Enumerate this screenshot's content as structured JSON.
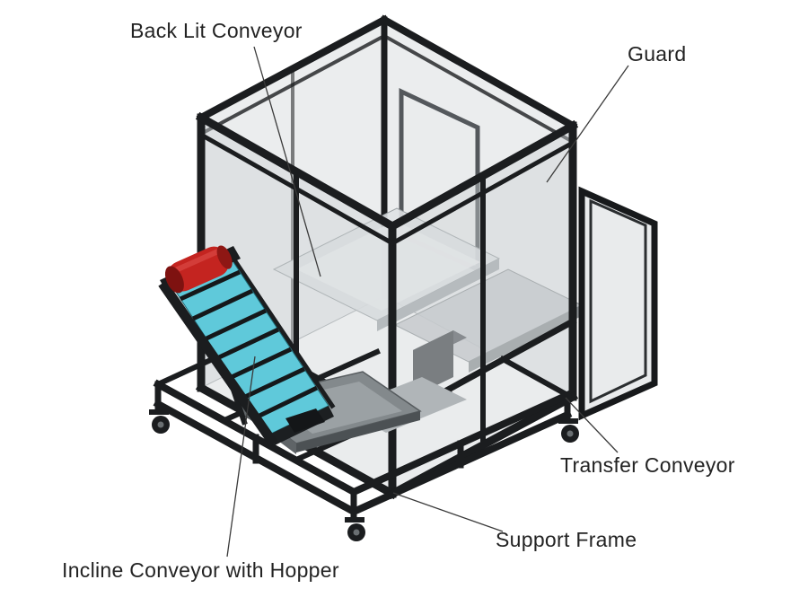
{
  "diagram": {
    "type": "labeled-isometric-machine-diagram",
    "labels": [
      {
        "id": "back-lit-conveyor",
        "text": "Back Lit Conveyor"
      },
      {
        "id": "guard",
        "text": "Guard"
      },
      {
        "id": "transfer-conveyor",
        "text": "Transfer Conveyor"
      },
      {
        "id": "support-frame",
        "text": "Support Frame"
      },
      {
        "id": "incline-conveyor-with-hopper",
        "text": "Incline Conveyor with Hopper"
      }
    ],
    "colors": {
      "background": "#ffffff",
      "frame": "#1b1d1f",
      "guard_panel": "#cdd2d5",
      "belt": "#5fc9da",
      "belt_cleat": "#15181a",
      "motor": "#c42420",
      "motor_end": "#7e1210",
      "hopper": "#83898c",
      "interior_surface": "#dfe2e4",
      "leader_line": "#3a3a3a",
      "text": "#232323"
    }
  }
}
